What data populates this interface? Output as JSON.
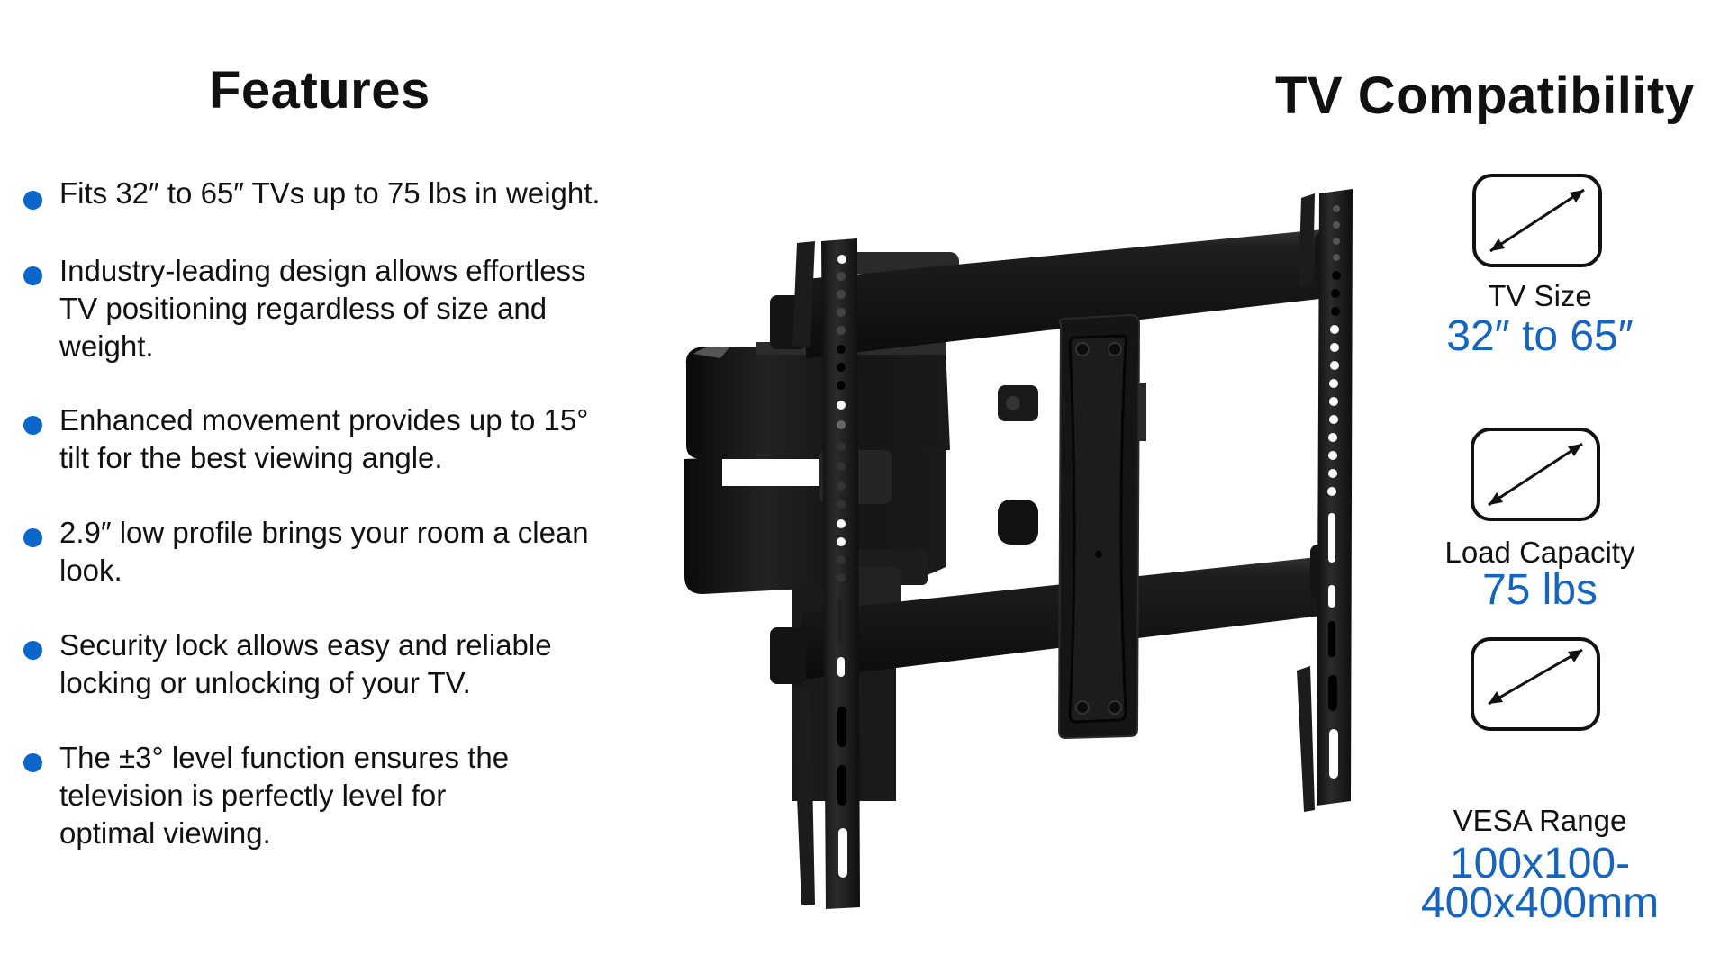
{
  "features": {
    "title": "Features",
    "items": [
      {
        "text": "Fits 32″ to 65″ TVs up to 75 lbs in weight."
      },
      {
        "text": "Industry-leading design allows effortless\nTV positioning regardless of size and\nweight."
      },
      {
        "text": "Enhanced movement provides up to 15°\ntilt for the best viewing angle."
      },
      {
        "text": "2.9″ low profile brings your room a clean\nlook."
      },
      {
        "text": "Security lock allows easy and reliable\nlocking or unlocking of your TV."
      },
      {
        "text": "The ±3° level function ensures the\ntelevision is perfectly level for\noptimal viewing."
      }
    ],
    "bullet_color": "#0a66c8"
  },
  "compatibility": {
    "title": "TV Compatibility",
    "items": [
      {
        "icon": "tv-diagonal-icon",
        "label": "TV Size",
        "value": "32″ to 65″"
      },
      {
        "icon": "tv-diagonal-icon",
        "label": "Load Capacity",
        "value": "75 lbs"
      },
      {
        "icon": "tv-diagonal-icon",
        "label": "VESA Range",
        "value": "100x100-\n400x400mm"
      }
    ],
    "value_color": "#1565c0"
  },
  "product": {
    "image": "full-motion-tv-wall-mount"
  }
}
